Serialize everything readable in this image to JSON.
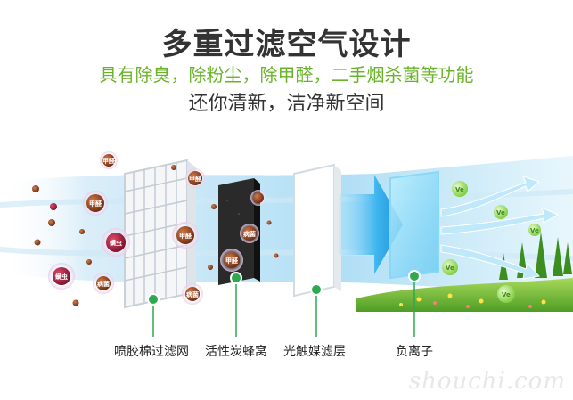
{
  "headline": {
    "title": "多重过滤空气设计",
    "subtitle": "具有除臭，除粉尘，除甲醛，二手烟杀菌等功能",
    "tagline": "还你清新，洁净新空间"
  },
  "layers": [
    {
      "label": "喷胶棉过滤网"
    },
    {
      "label": "活性炭蜂窝"
    },
    {
      "label": "光触媒滤层"
    },
    {
      "label": "负离子"
    }
  ],
  "pollutants": {
    "formaldehyde": "甲醛",
    "mite": "螨虫",
    "bacteria": "病菌",
    "ve": "Ve"
  },
  "watermark": "shouchi.com",
  "colors": {
    "title": "#333333",
    "subtitle_green": "#6ab42a",
    "marker_green": "#2fa84f",
    "particle_brown": "#8b3a1a",
    "particle_red": "#b0203a",
    "arrow_blue": "#3fb3ec"
  }
}
